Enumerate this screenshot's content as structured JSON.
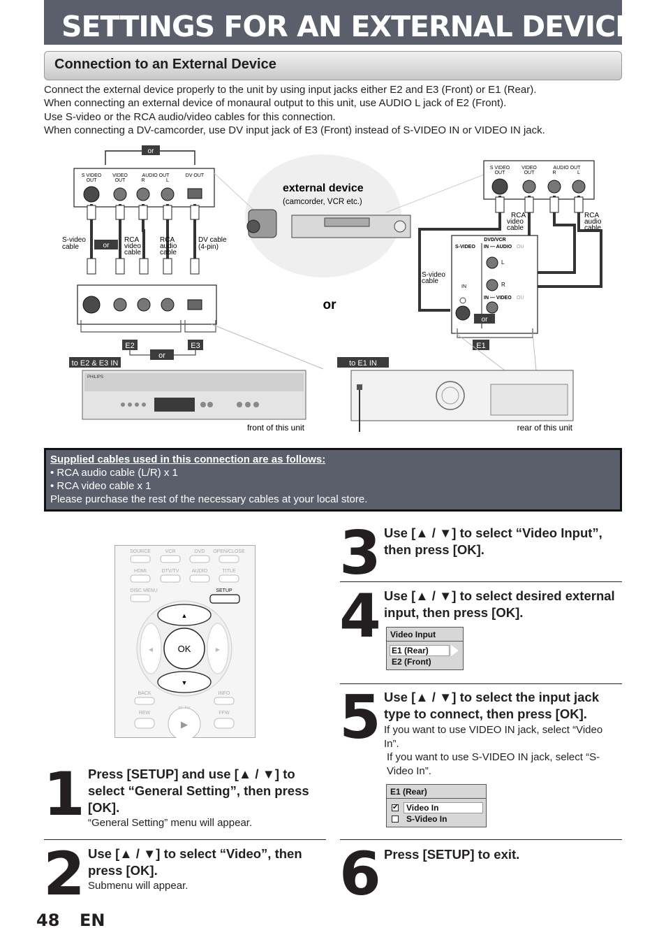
{
  "header": {
    "title": "SETTINGS FOR AN EXTERNAL DEVICE"
  },
  "section": {
    "title": "Connection to an External Device"
  },
  "intro": [
    "Connect the external device properly to the unit by using input jacks either E2 and E3 (Front) or E1 (Rear).",
    "When connecting an external device of monaural output to this unit, use AUDIO L jack of E2 (Front).",
    "Use S-video or the RCA audio/video cables for this connection.",
    "When connecting a DV-camcorder, use DV input jack of E3 (Front) instead of S-VIDEO IN or VIDEO IN jack."
  ],
  "diagram": {
    "or": "or",
    "or_big": "or",
    "external_device": "external device",
    "external_sub": "(camcorder, VCR etc.)",
    "left_jacks": {
      "svideo_out": [
        "S VIDEO",
        "OUT"
      ],
      "video_out": [
        "VIDEO",
        "OUT"
      ],
      "audio_out": "AUDIO OUT",
      "r": "R",
      "l": "L",
      "dv_out": "DV OUT"
    },
    "right_jacks": {
      "svideo_out": [
        "S VIDEO",
        "OUT"
      ],
      "video_out": [
        "VIDEO",
        "OUT"
      ],
      "audio_out": "AUDIO OUT",
      "r": "R",
      "l": "L"
    },
    "cables_left": {
      "svideo": [
        "S-video",
        "cable"
      ],
      "rca_video": [
        "RCA",
        "video",
        "cable"
      ],
      "rca_audio": [
        "RCA",
        "audio",
        "cable"
      ],
      "dv": [
        "DV cable",
        "(4-pin)"
      ]
    },
    "cables_right": {
      "rca_video": [
        "RCA",
        "video",
        "cable"
      ],
      "rca_audio": [
        "RCA",
        "audio",
        "cable"
      ],
      "svideo": [
        "S-video",
        "cable"
      ]
    },
    "rear_panel": {
      "dvd_vcr": "DVD/VCR",
      "svideo": "S-VIDEO",
      "in_audio": "IN — AUDIO",
      "out": "OU",
      "l": "L",
      "r": "R",
      "in": "IN",
      "in_video": "IN — VIDEO"
    },
    "e2": "E2",
    "e3": "E3",
    "e1": "E1",
    "to_front": "to E2 & E3 IN",
    "to_rear": "to E1 IN",
    "front_caption": "front of this unit",
    "rear_caption": "rear of this unit",
    "brand": "PHILIPS"
  },
  "cables_box": {
    "title": "Supplied cables used in this connection are as follows:",
    "items": [
      "• RCA audio cable (L/R) x 1",
      "• RCA video cable x 1"
    ],
    "note": "Please purchase the rest of the necessary cables at your local store."
  },
  "remote": {
    "row1": [
      "SOURCE",
      "VCR",
      "DVD",
      "OPEN/CLOSE"
    ],
    "row2": [
      "HDMI",
      "DTV/TV",
      "AUDIO",
      "TITLE"
    ],
    "disc_menu": "DISC MENU",
    "setup": "SETUP",
    "ok": "OK",
    "back": "BACK",
    "info": "INFO",
    "rew": "REW",
    "play": "PLAY",
    "ffw": "FFW"
  },
  "steps": {
    "s1": {
      "num": "1",
      "title": "Press [SETUP] and use [▲ / ▼] to select “General Setting”, then press [OK].",
      "note": "“General Setting” menu will appear."
    },
    "s2": {
      "num": "2",
      "title": "Use [▲ / ▼] to select “Video”, then press [OK].",
      "note": "Submenu will appear."
    },
    "s3": {
      "num": "3",
      "title": "Use [▲ / ▼] to select “Video Input”, then press [OK]."
    },
    "s4": {
      "num": "4",
      "title": "Use [▲ / ▼] to select desired external input, then press [OK].",
      "menu": {
        "head": "Video Input",
        "items": [
          "E1 (Rear)",
          "E2 (Front)"
        ]
      }
    },
    "s5": {
      "num": "5",
      "title": "Use [▲ / ▼] to select the input jack type to connect, then press [OK].",
      "note1": "If you want to use VIDEO IN jack, select “Video In”.",
      "note2": "If you want to use S-VIDEO IN jack, select “S-Video In”.",
      "menu": {
        "head": "E1 (Rear)",
        "items": [
          "Video In",
          "S-Video In"
        ]
      }
    },
    "s6": {
      "num": "6",
      "title": "Press [SETUP] to exit."
    }
  },
  "footer": {
    "page": "48",
    "lang": "EN"
  }
}
